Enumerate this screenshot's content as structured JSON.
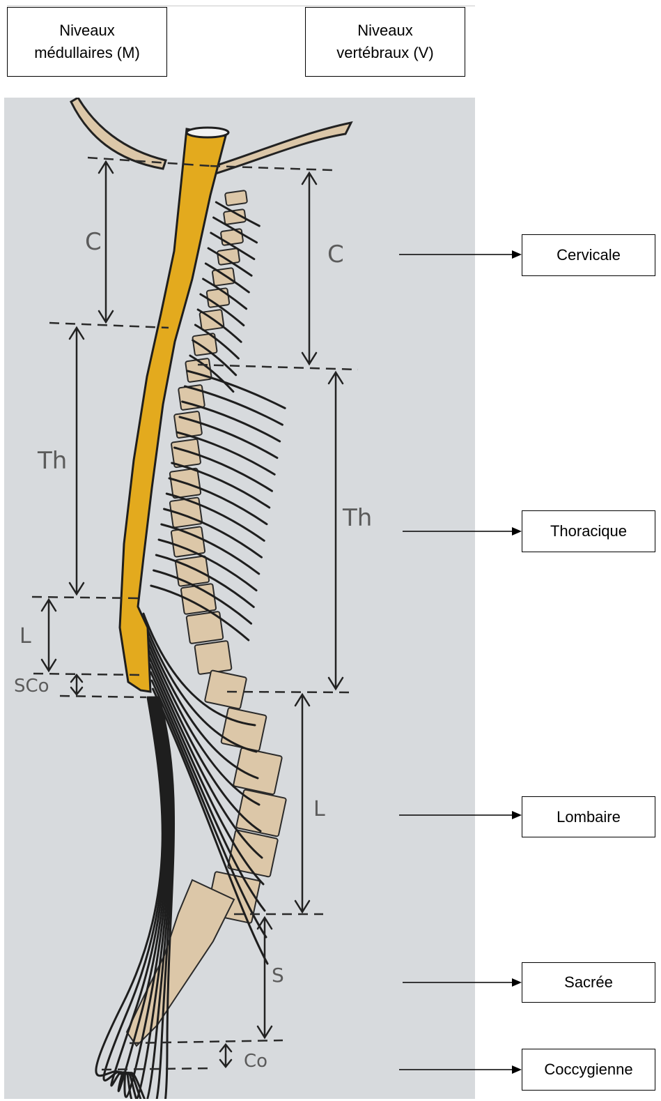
{
  "headers": {
    "medullary": "Niveaux\nmédullaires (M)",
    "vertebral": "Niveaux\nvertébraux (V)"
  },
  "medullary_levels": [
    "C",
    "Th",
    "L",
    "SCo"
  ],
  "vertebral_levels": [
    "C",
    "Th",
    "L",
    "S",
    "Co"
  ],
  "regions": [
    "Cervicale",
    "Thoracique",
    "Lombaire",
    "Sacrée",
    "Coccygienne"
  ],
  "colors": {
    "spinal_cord": "#e3aa1e",
    "vertebra": "#dcc7a8",
    "nerve": "#1e1e1e",
    "background": "#d7dadd"
  }
}
